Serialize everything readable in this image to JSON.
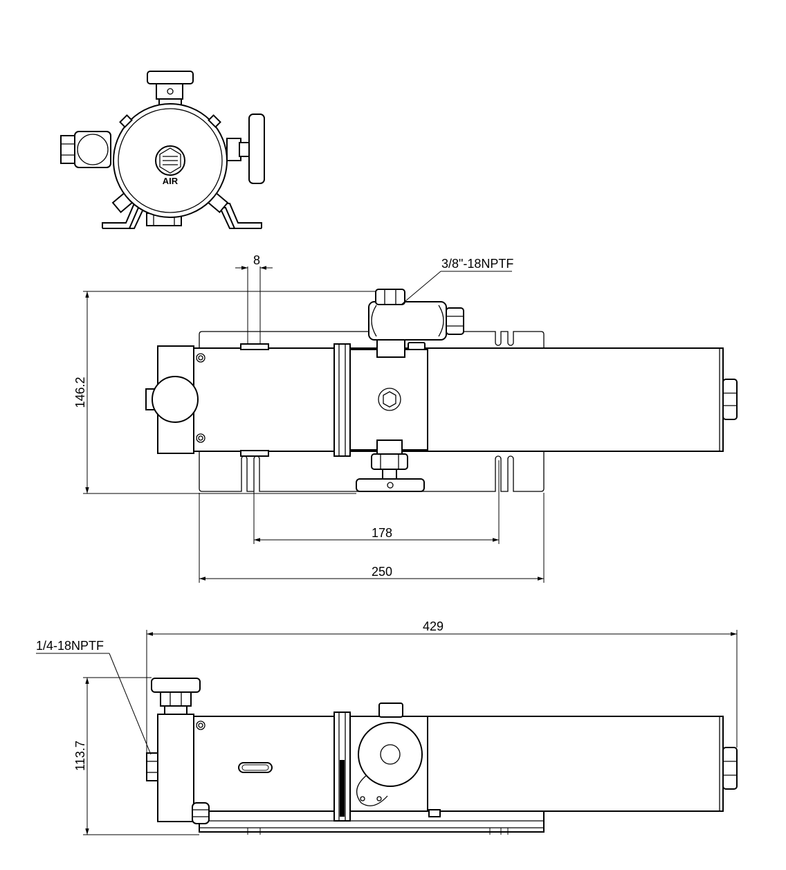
{
  "front_view": {
    "label": "AIR"
  },
  "top_view": {
    "dim_slot_width": "8",
    "dim_height": "146.2",
    "dim_slot_spacing": "178",
    "dim_plate_length": "250",
    "port_callout": "3/8\"-18NPTF"
  },
  "side_view": {
    "dim_overall_length": "429",
    "dim_height": "113.7",
    "port_callout": "1/4-18NPTF"
  }
}
